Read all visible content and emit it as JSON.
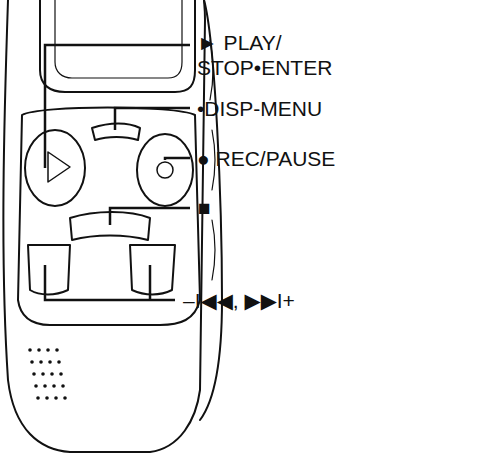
{
  "diagram": {
    "labels": [
      "► PLAY/ STOP•ENTER",
      "•DISP-MENU",
      "● REC/PAUSE",
      "■",
      "–I◀◀, ▶▶I+"
    ]
  }
}
